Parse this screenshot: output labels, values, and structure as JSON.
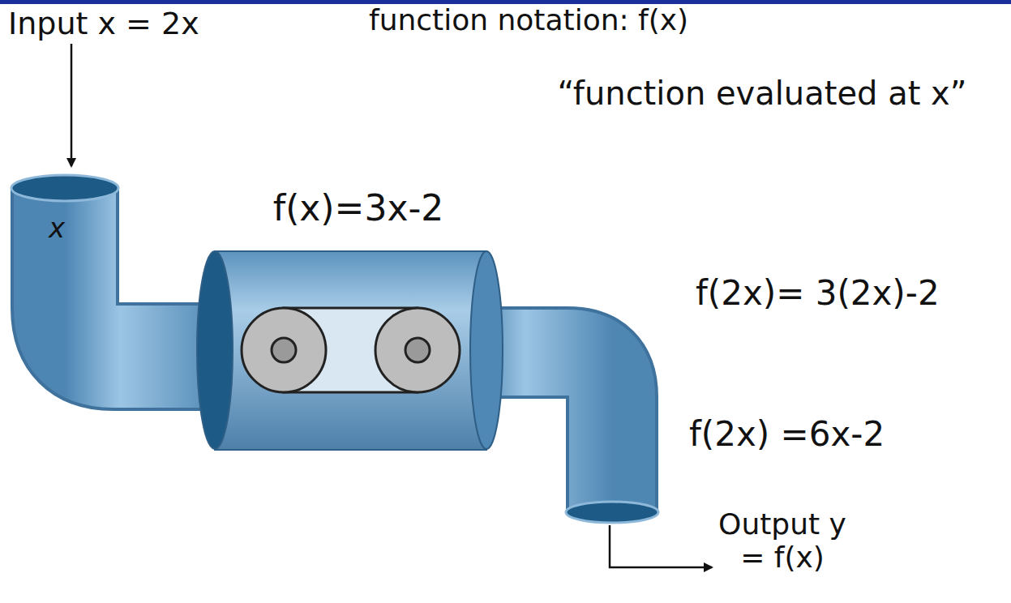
{
  "diagram": {
    "nodes": [
      {
        "text": [
          "f(x)=3x-2"
        ]
      }
    ],
    "labels": [
      "Input x = 2x",
      "function notation: f(x)",
      "“function evaluated at x”",
      "x",
      "f(2x)= 3(2x)-2",
      "f(2x) =6x-2",
      "Output y = f(x)"
    ]
  }
}
